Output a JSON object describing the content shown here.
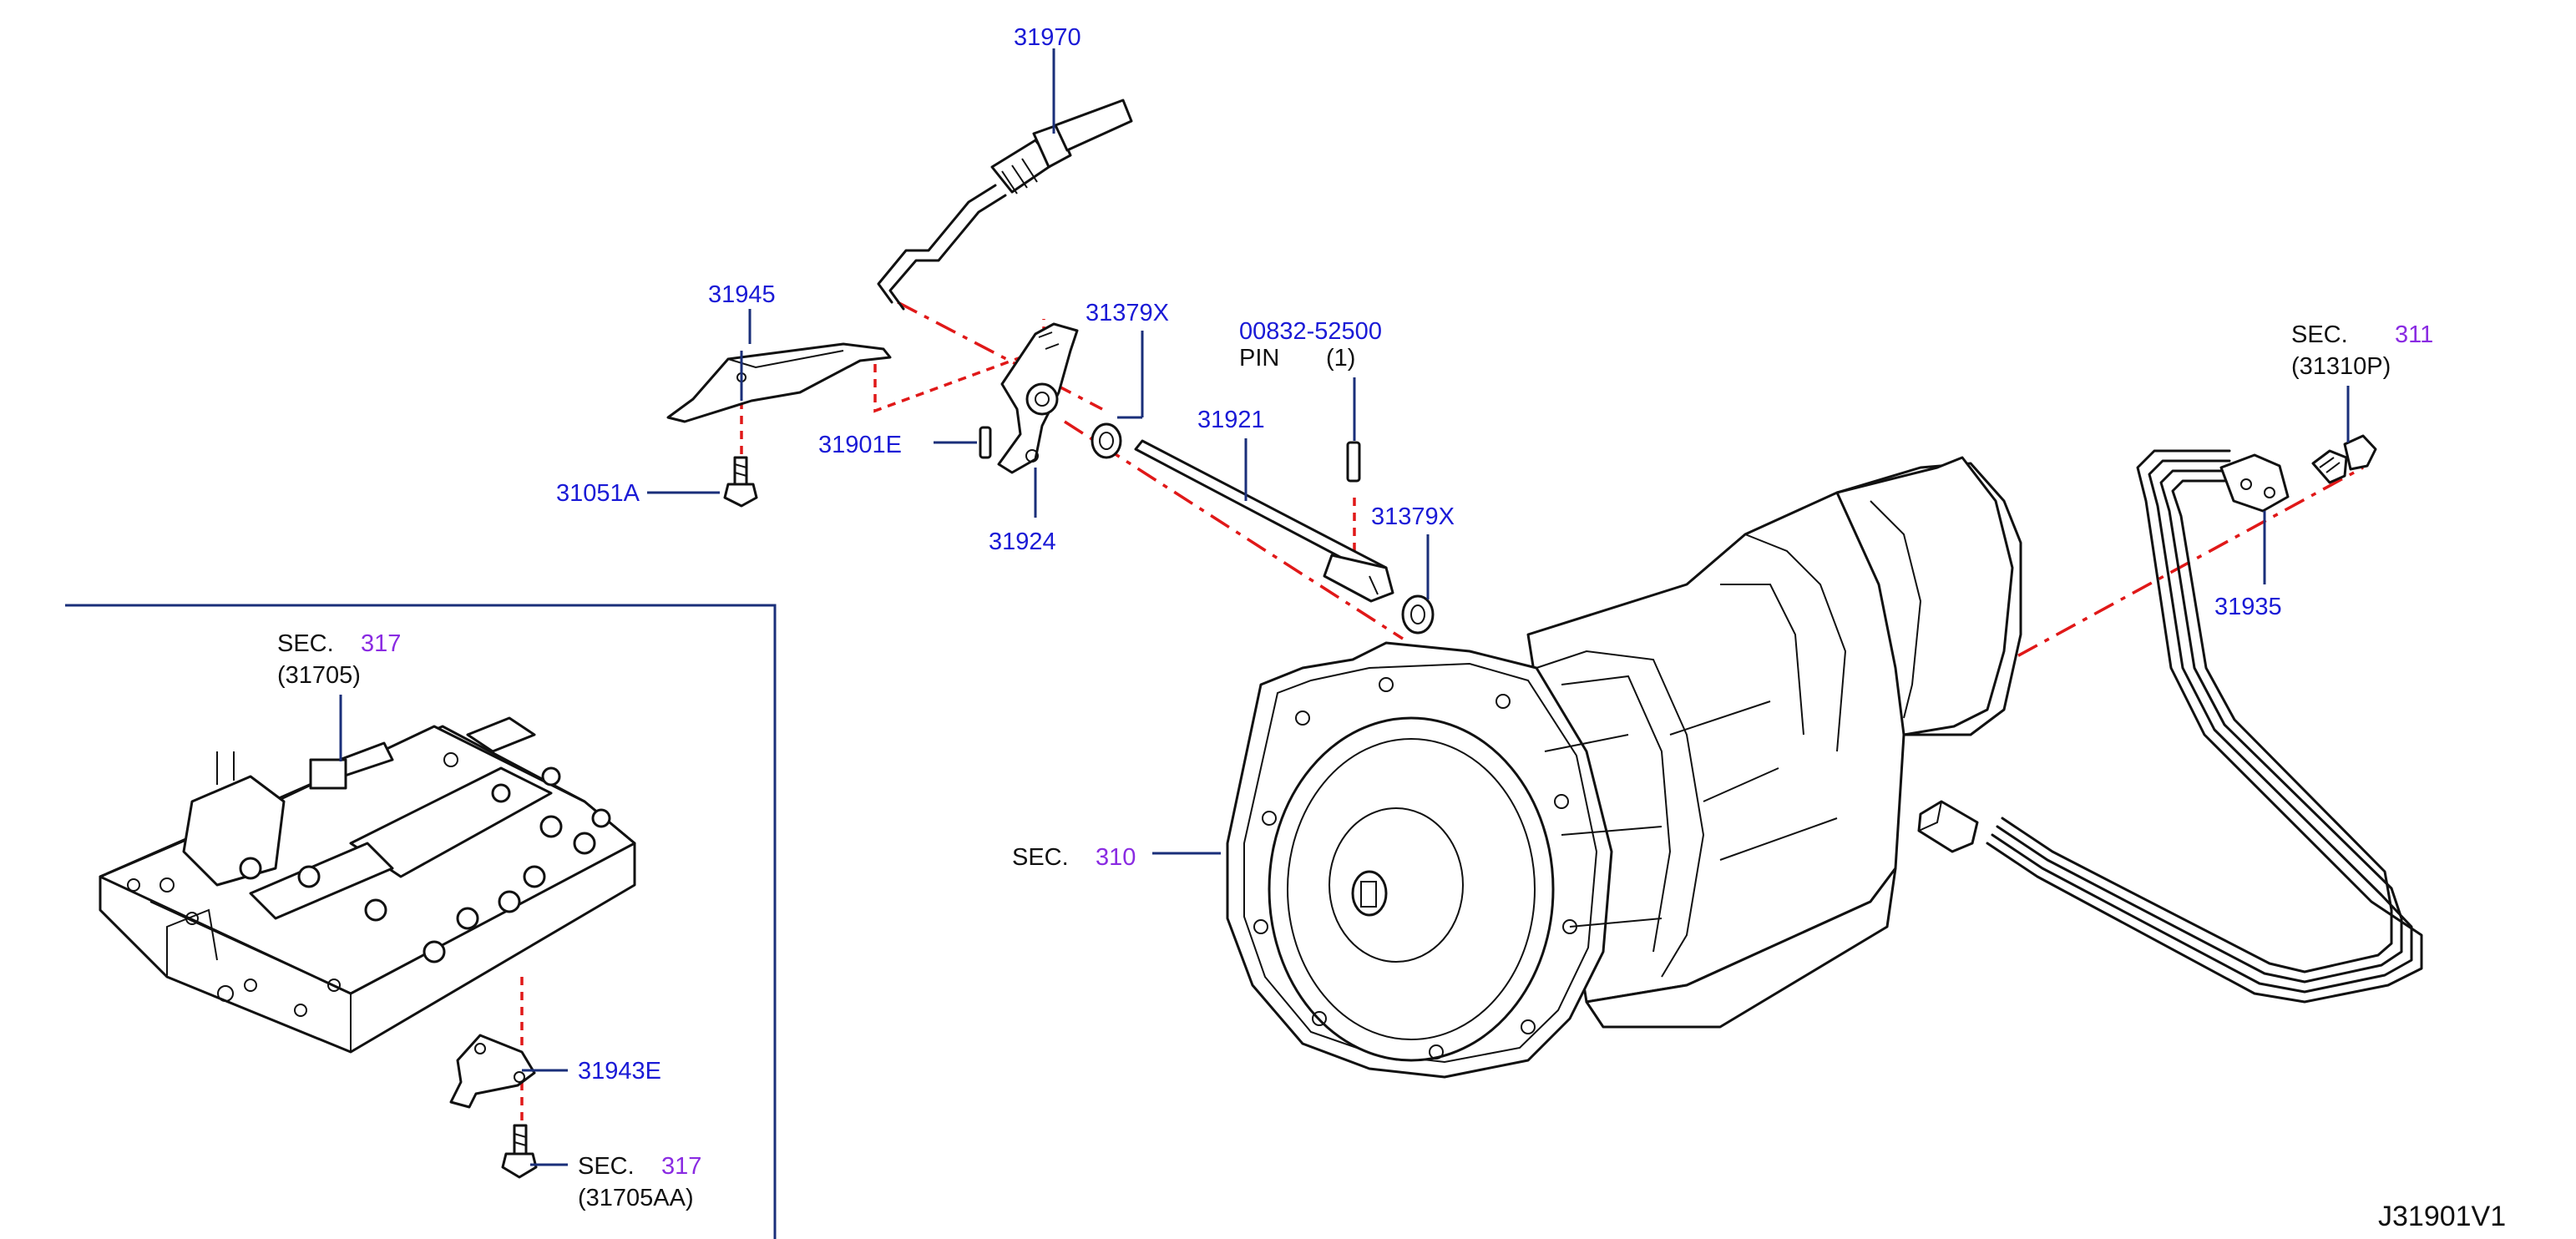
{
  "diagram_id": "J31901V1",
  "parts": {
    "p31970": "31970",
    "p31945": "31945",
    "p31379x_a": "31379X",
    "p31379x_b": "31379X",
    "pin_number": "00832-52500",
    "pin_label": "PIN",
    "pin_qty": "(1)",
    "p31901e": "31901E",
    "p31051a": "31051A",
    "p31924": "31924",
    "p31921": "31921",
    "p31935": "31935",
    "p31943e": "31943E"
  },
  "sections": {
    "sec_prefix": "SEC.",
    "sec311": {
      "number": "311",
      "ref": "(31310P)"
    },
    "sec317_top": {
      "number": "317",
      "ref": "(31705)"
    },
    "sec317_bottom": {
      "number": "317",
      "ref": "(31705AA)"
    },
    "sec310": {
      "number": "310"
    }
  },
  "colors": {
    "part_label": "#1a1ad6",
    "section_number": "#8a2be2",
    "leader_line": "#1a2f7a",
    "centerline": "#e01818",
    "drawing": "#111111"
  }
}
